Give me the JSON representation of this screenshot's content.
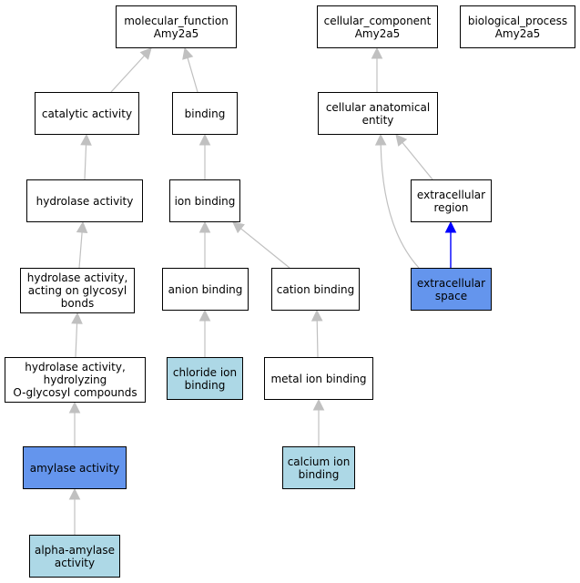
{
  "colors": {
    "highlight": "#6495ED",
    "light": "#ADD8E6",
    "plain": "#FFFFFF",
    "edge": "#C0C0C0",
    "edge_highlight": "#0000FF"
  },
  "nodes": {
    "mf_root": {
      "lines": [
        "molecular_function",
        "Amy2a5"
      ],
      "style": "plain"
    },
    "cc_root": {
      "lines": [
        "cellular_component",
        "Amy2a5"
      ],
      "style": "plain"
    },
    "bp_root": {
      "lines": [
        "biological_process",
        "Amy2a5"
      ],
      "style": "plain"
    },
    "catalytic_activity": {
      "lines": [
        "catalytic activity"
      ],
      "style": "plain"
    },
    "binding": {
      "lines": [
        "binding"
      ],
      "style": "plain"
    },
    "cellular_anatomical_entity": {
      "lines": [
        "cellular anatomical",
        "entity"
      ],
      "style": "plain"
    },
    "hydrolase_activity": {
      "lines": [
        "hydrolase activity"
      ],
      "style": "plain"
    },
    "ion_binding": {
      "lines": [
        "ion binding"
      ],
      "style": "plain"
    },
    "extracellular_region": {
      "lines": [
        "extracellular",
        "region"
      ],
      "style": "plain"
    },
    "hydrolase_glycosyl": {
      "lines": [
        "hydrolase activity,",
        "acting on glycosyl",
        "bonds"
      ],
      "style": "plain"
    },
    "anion_binding": {
      "lines": [
        "anion binding"
      ],
      "style": "plain"
    },
    "cation_binding": {
      "lines": [
        "cation binding"
      ],
      "style": "plain"
    },
    "extracellular_space": {
      "lines": [
        "extracellular",
        "space"
      ],
      "style": "highlight"
    },
    "hydrolase_oglycosyl": {
      "lines": [
        "hydrolase activity,",
        "hydrolyzing",
        "O-glycosyl compounds"
      ],
      "style": "plain"
    },
    "chloride_ion_binding": {
      "lines": [
        "chloride ion",
        "binding"
      ],
      "style": "light"
    },
    "metal_ion_binding": {
      "lines": [
        "metal ion binding"
      ],
      "style": "plain"
    },
    "amylase_activity": {
      "lines": [
        "amylase activity"
      ],
      "style": "highlight"
    },
    "calcium_ion_binding": {
      "lines": [
        "calcium ion",
        "binding"
      ],
      "style": "light"
    },
    "alpha_amylase_activity": {
      "lines": [
        "alpha-amylase",
        "activity"
      ],
      "style": "light"
    }
  },
  "edges": [
    {
      "from": "catalytic_activity",
      "to": "mf_root",
      "style": "normal"
    },
    {
      "from": "binding",
      "to": "mf_root",
      "style": "normal"
    },
    {
      "from": "hydrolase_activity",
      "to": "catalytic_activity",
      "style": "normal"
    },
    {
      "from": "hydrolase_glycosyl",
      "to": "hydrolase_activity",
      "style": "normal"
    },
    {
      "from": "hydrolase_oglycosyl",
      "to": "hydrolase_glycosyl",
      "style": "normal"
    },
    {
      "from": "amylase_activity",
      "to": "hydrolase_oglycosyl",
      "style": "normal"
    },
    {
      "from": "alpha_amylase_activity",
      "to": "amylase_activity",
      "style": "normal"
    },
    {
      "from": "ion_binding",
      "to": "binding",
      "style": "normal"
    },
    {
      "from": "anion_binding",
      "to": "ion_binding",
      "style": "normal"
    },
    {
      "from": "cation_binding",
      "to": "ion_binding",
      "style": "normal"
    },
    {
      "from": "chloride_ion_binding",
      "to": "anion_binding",
      "style": "normal"
    },
    {
      "from": "metal_ion_binding",
      "to": "cation_binding",
      "style": "normal"
    },
    {
      "from": "calcium_ion_binding",
      "to": "metal_ion_binding",
      "style": "normal"
    },
    {
      "from": "cellular_anatomical_entity",
      "to": "cc_root",
      "style": "normal"
    },
    {
      "from": "extracellular_region",
      "to": "cellular_anatomical_entity",
      "style": "normal"
    },
    {
      "from": "extracellular_space",
      "to": "cellular_anatomical_entity",
      "style": "normal"
    },
    {
      "from": "extracellular_space",
      "to": "extracellular_region",
      "style": "highlight"
    }
  ]
}
